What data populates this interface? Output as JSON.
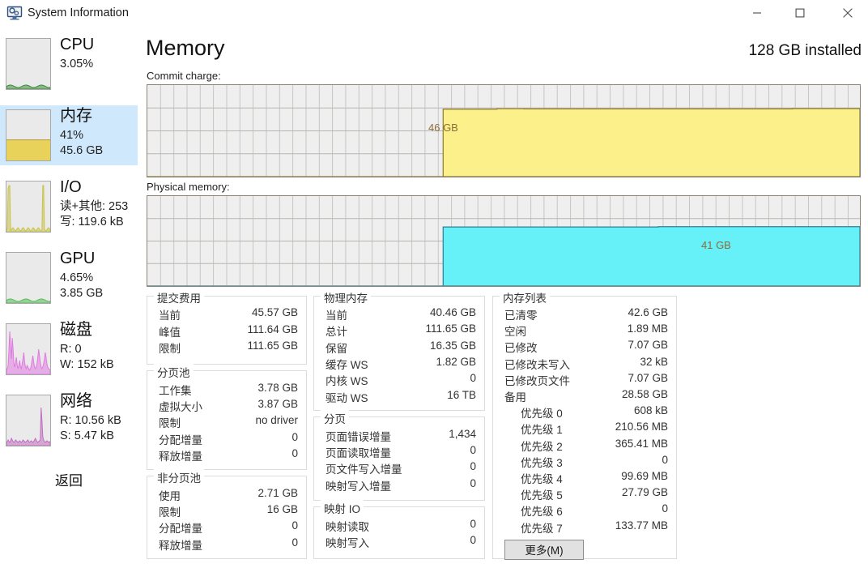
{
  "window": {
    "title": "System Information",
    "icon": "system-monitor-icon",
    "buttons": {
      "minimize": "minimize-icon",
      "maximize": "maximize-icon",
      "close": "close-icon"
    }
  },
  "sidebar": {
    "back_label": "返回",
    "items": [
      {
        "name": "CPU",
        "line1": "3.05%",
        "line2": "",
        "selected": false,
        "fill": 0.04,
        "color": "#3a8a3a"
      },
      {
        "name": "内存",
        "line1": "41%",
        "line2": "45.6 GB",
        "selected": true,
        "fill": 0.41,
        "color": "#e8d25a"
      },
      {
        "name": "I/O",
        "line1": "读+其他: 253",
        "line2": "写: 119.6 kB",
        "selected": false,
        "fill": 0.0,
        "color": "#c9c34a"
      },
      {
        "name": "GPU",
        "line1": "4.65%",
        "line2": "3.85 GB",
        "selected": false,
        "fill": 0.05,
        "color": "#57b957"
      },
      {
        "name": "磁盘",
        "line1": "R: 0",
        "line2": "W: 152 kB",
        "selected": false,
        "fill": 0.0,
        "color": "#e07ae0"
      },
      {
        "name": "网络",
        "line1": "R: 10.56 kB",
        "line2": "S: 5.47 kB",
        "selected": false,
        "fill": 0.0,
        "color": "#c06ec0"
      }
    ]
  },
  "main": {
    "title": "Memory",
    "installed": "128 GB installed",
    "graphs": [
      {
        "label": "Commit charge:",
        "tag": "46 GB",
        "fill_color": "#fbf08a",
        "line_color": "#8c7b2c"
      },
      {
        "label": "Physical memory:",
        "tag": "41 GB",
        "fill_color": "#66f0f8",
        "line_color": "#2f7f96"
      }
    ]
  },
  "chart_data": [
    {
      "type": "area",
      "title": "Commit charge",
      "annotation": "46 GB",
      "ylim": [
        0,
        128
      ],
      "series": [
        {
          "name": "Commit charge (GB)",
          "values": [
            0,
            0,
            0,
            0,
            0,
            0,
            0,
            0,
            0,
            0,
            0,
            0,
            0,
            0,
            0,
            0,
            0,
            0,
            0,
            0,
            0,
            0,
            46,
            46,
            46,
            46,
            46.3,
            46.3,
            46.2,
            46.2,
            46.2,
            46.2,
            46.2,
            46.2,
            46.2,
            46.2,
            46.2,
            46.2,
            46.2,
            46.2,
            46.2,
            46.2,
            46.2,
            46.2,
            46.2,
            46.2,
            46.2,
            46.2,
            46.4,
            46.4,
            46.4,
            46.4,
            46.4,
            46.4
          ]
        }
      ],
      "grid": true
    },
    {
      "type": "area",
      "title": "Physical memory",
      "annotation": "41 GB",
      "ylim": [
        0,
        128
      ],
      "series": [
        {
          "name": "Physical memory (GB)",
          "values": [
            0,
            0,
            0,
            0,
            0,
            0,
            0,
            0,
            0,
            0,
            0,
            0,
            0,
            0,
            0,
            0,
            0,
            0,
            0,
            0,
            0,
            0,
            41,
            41,
            41,
            41,
            41,
            41,
            41,
            41,
            41,
            41,
            41,
            41,
            41,
            41,
            41,
            41,
            41.2,
            41.2,
            41.2,
            41.2,
            41.2,
            41.2,
            41.2,
            41.2,
            41.2,
            41.2,
            41.2,
            41.2,
            41.2,
            41.2,
            41.2,
            41.2
          ]
        }
      ],
      "grid": true
    }
  ],
  "groups": {
    "commit_charge": {
      "legend": "提交费用",
      "rows": [
        {
          "k": "当前",
          "v": "45.57 GB"
        },
        {
          "k": "峰值",
          "v": "111.64 GB"
        },
        {
          "k": "限制",
          "v": "111.65 GB"
        }
      ]
    },
    "paged_pool": {
      "legend": "分页池",
      "rows": [
        {
          "k": "工作集",
          "v": "3.78 GB"
        },
        {
          "k": "虚拟大小",
          "v": "3.87 GB"
        },
        {
          "k": "限制",
          "v": "no driver"
        },
        {
          "k": "分配增量",
          "v": "0"
        },
        {
          "k": "释放增量",
          "v": "0"
        }
      ]
    },
    "nonpaged_pool": {
      "legend": "非分页池",
      "rows": [
        {
          "k": "使用",
          "v": "2.71 GB"
        },
        {
          "k": "限制",
          "v": "16 GB"
        },
        {
          "k": "分配增量",
          "v": "0"
        },
        {
          "k": "释放增量",
          "v": "0"
        }
      ]
    },
    "physical_memory": {
      "legend": "物理内存",
      "rows": [
        {
          "k": "当前",
          "v": "40.46 GB"
        },
        {
          "k": "总计",
          "v": "111.65 GB"
        },
        {
          "k": "保留",
          "v": "16.35 GB"
        },
        {
          "k": "缓存 WS",
          "v": "1.82 GB"
        },
        {
          "k": "内核 WS",
          "v": "0"
        },
        {
          "k": "驱动 WS",
          "v": "16 TB"
        }
      ]
    },
    "paging": {
      "legend": "分页",
      "rows": [
        {
          "k": "页面错误增量",
          "v": "1,434"
        },
        {
          "k": "页面读取增量",
          "v": "0"
        },
        {
          "k": "页文件写入增量",
          "v": "0"
        },
        {
          "k": "映射写入增量",
          "v": "0"
        }
      ]
    },
    "mapped_io": {
      "legend": "映射 IO",
      "rows": [
        {
          "k": "映射读取",
          "v": "0"
        },
        {
          "k": "映射写入",
          "v": "0"
        }
      ]
    },
    "memory_lists": {
      "legend": "内存列表",
      "button": "更多(M)",
      "rows": [
        {
          "k": "已清零",
          "v": "42.6 GB",
          "indent": false
        },
        {
          "k": "空闲",
          "v": "1.89 MB",
          "indent": false
        },
        {
          "k": "已修改",
          "v": "7.07 GB",
          "indent": false
        },
        {
          "k": "已修改未写入",
          "v": "32 kB",
          "indent": false
        },
        {
          "k": "已修改页文件",
          "v": "7.07 GB",
          "indent": false
        },
        {
          "k": "备用",
          "v": "28.58 GB",
          "indent": false
        },
        {
          "k": "优先级 0",
          "v": "608 kB",
          "indent": true
        },
        {
          "k": "优先级 1",
          "v": "210.56 MB",
          "indent": true
        },
        {
          "k": "优先级 2",
          "v": "365.41 MB",
          "indent": true
        },
        {
          "k": "优先级 3",
          "v": "0",
          "indent": true
        },
        {
          "k": "优先级 4",
          "v": "99.69 MB",
          "indent": true
        },
        {
          "k": "优先级 5",
          "v": "27.79 GB",
          "indent": true
        },
        {
          "k": "优先级 6",
          "v": "0",
          "indent": true
        },
        {
          "k": "优先级 7",
          "v": "133.77 MB",
          "indent": true
        }
      ]
    }
  }
}
